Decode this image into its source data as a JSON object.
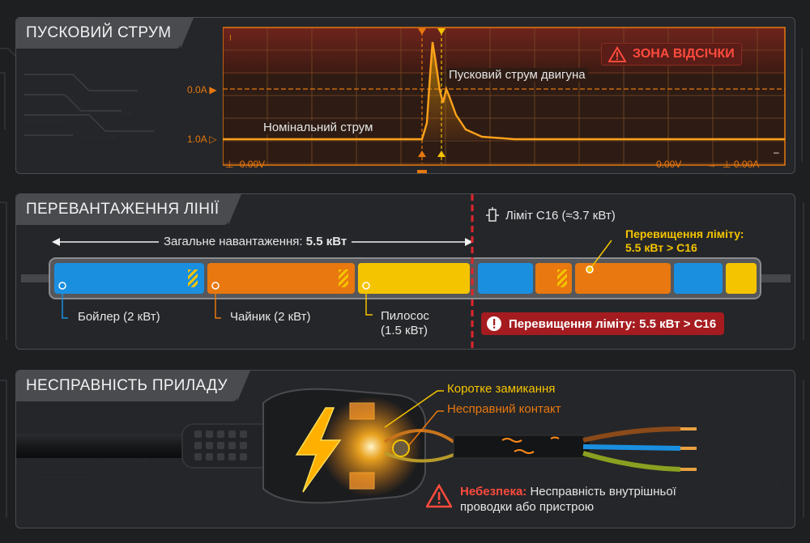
{
  "colors": {
    "background": "#1e1f21",
    "panel": "#26272a",
    "orange": "#e8780f",
    "yellow": "#f5c400",
    "blue": "#1a8fe0",
    "red": "#d7262b",
    "scope_bg": "#3a2214"
  },
  "panel1": {
    "title": "ПУСКОВИЙ СТРУМ",
    "warning_text": "ЗОНА ВІДСІЧКИ",
    "warning_icon": "warning-triangle-icon",
    "label_motor": "Пусковий струм двигуна",
    "label_nominal": "Номінальний струм",
    "ch_top": "0.0A",
    "ch_bottom": "1.0A",
    "readout_left": "-0.00V",
    "readout_mid": "0.00V",
    "readout_right": "0.00A",
    "trigger_marker": "T"
  },
  "panel2": {
    "title": "ПЕРЕВАНТАЖЕННЯ ЛІНІЇ",
    "total_prefix": "Загальне навантаження: ",
    "total_value": "5.5 кВт",
    "limit_label": "Ліміт C16 (≈3.7 кВт)",
    "breaker_icon": "breaker-icon",
    "over_line1": "Перевищення ліміту:",
    "over_line2": "5.5 кВт > C16",
    "boiler": "Бойлер (2 кВт)",
    "kettle": "Чайник (2 кВт)",
    "vacuum_line1": "Пилосос",
    "vacuum_line2": "(1.5 кВт)",
    "alert": "Перевищення ліміту: 5.5 кВт > C16",
    "alert_icon": "exclamation-circle-icon",
    "loads_kw": [
      2,
      2,
      1.5
    ],
    "limit_kw": 3.7
  },
  "panel3": {
    "title": "НЕСПРАВНІСТЬ ПРИЛАДУ",
    "short_circuit": "Коротке замикання",
    "faulty_contact": "Несправний контакт",
    "danger_prefix": "Небезпека:",
    "danger_line1": " Несправність внутрішньої",
    "danger_line2": "проводки або пристрою",
    "danger_icon": "warning-triangle-icon",
    "bolt_icon": "lightning-bolt-icon"
  }
}
